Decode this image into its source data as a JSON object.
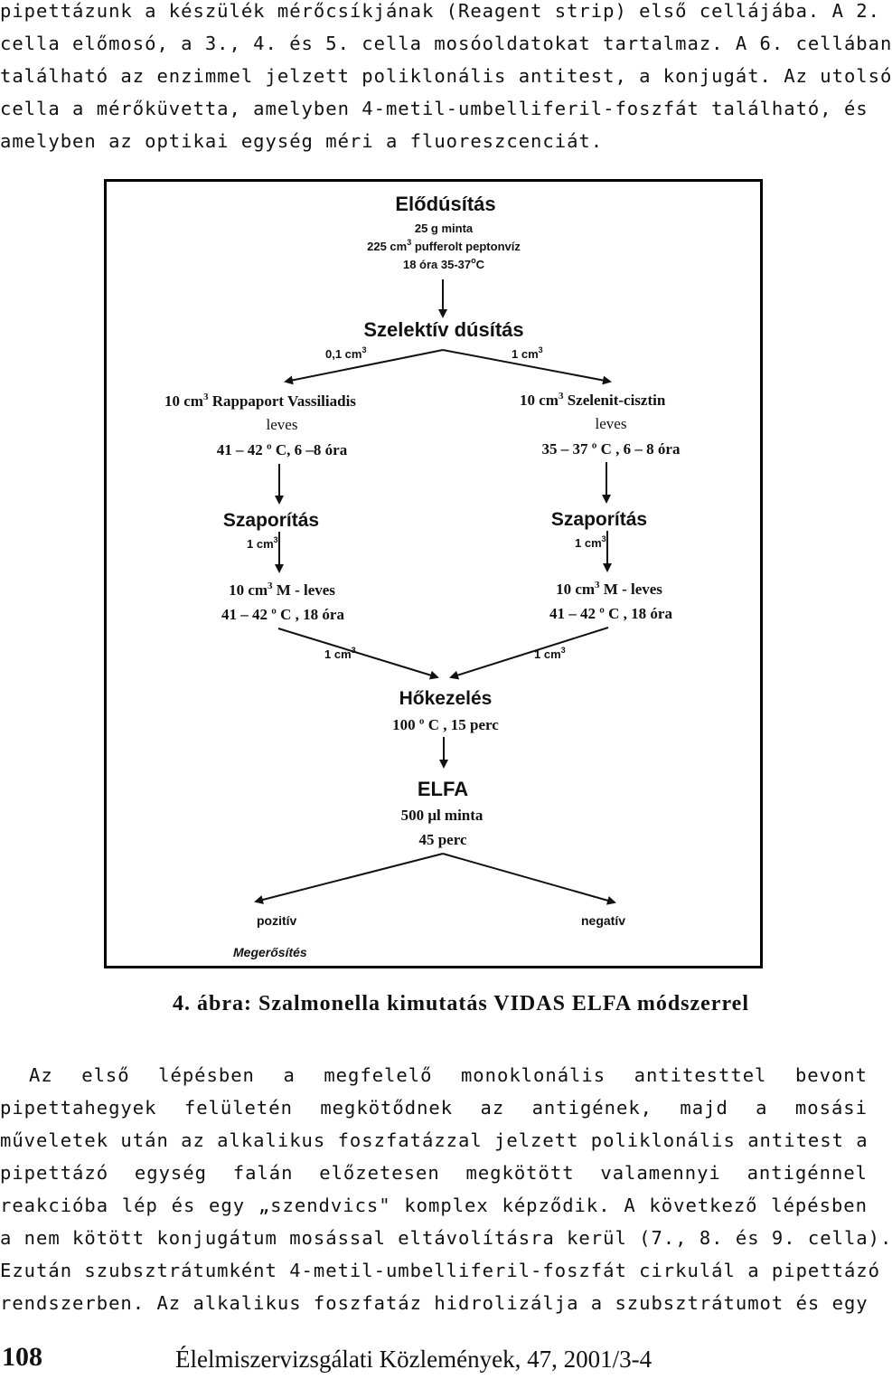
{
  "top_paragraph": [
    "pipettázunk a készülék mérőcsíkjának (Reagent strip) első cellájába. A 2.",
    "cella előmosó, a 3., 4. és 5. cella mosóoldatokat tartalmaz. A 6. cellában",
    "található az enzimmel jelzett poliklonális antitest, a konjugát. Az utolsó",
    "cella a mérőküvetta, amelyben 4-metil-umbelliferil-foszfát található, és",
    "amelyben az optikai egység méri a fluoreszcenciát."
  ],
  "figure": {
    "pre_title": "Elődúsítás",
    "pre_sample": "25 g minta",
    "pre_buffer_a": "225 cm",
    "pre_buffer_b": "pufferolt peptonvíz",
    "pre_time": "18 óra 35-37",
    "pre_time_unit": "C",
    "sel_title": "Szelektív dúsítás",
    "left_vol": "0,1 cm",
    "right_vol": "1 cm",
    "left_med_a": "10 cm",
    "left_med_b": "Rappaport Vassiliadis",
    "left_med_c": "leves",
    "left_med_d": "41 – 42 º C, 6 –8 óra",
    "right_med_a": "10 cm",
    "right_med_b": "Szelenit-cisztin",
    "right_med_c": "leves",
    "right_med_d": "35 – 37 º C , 6 – 8 óra",
    "prop_title": "Szaporítás",
    "prop_vol": "1 cm",
    "m_broth_a": "10 cm",
    "m_broth_b": "M - leves",
    "m_broth_cond": "41 – 42 º C , 18 óra",
    "conv_vol": "1 cm",
    "heat_title": "Hőkezelés",
    "heat_cond": "100 º C , 15 perc",
    "elfa_title": "ELFA",
    "elfa_sample": "500 μl minta",
    "elfa_time": "45 perc",
    "positive": "pozitív",
    "negative": "negatív",
    "confirm": "Megerősítés",
    "superscript": "3",
    "degree": "o"
  },
  "caption": "4. ábra: Szalmonella kimutatás VIDAS ELFA módszerrel",
  "bottom_paragraph": [
    "Az első lépésben a megfelelő monoklonális antitesttel bevont",
    "pipettahegyek felületén megkötődnek az antigének, majd a mosási",
    "műveletek után az alkalikus foszfatázzal jelzett poliklonális antitest a",
    "pipettázó egység falán előzetesen megkötött valamennyi antigénnel",
    "reakcióba lép és egy „szendvics\" komplex képződik. A következő lépésben",
    "a nem kötött konjugátum mosással eltávolításra kerül (7., 8. és 9. cella).",
    "Ezután szubsztrátumként 4-metil-umbelliferil-foszfát cirkulál a pipettázó",
    "rendszerben. Az alkalikus foszfatáz hidrolizálja a szubsztrátumot és egy"
  ],
  "footer": {
    "page_number": "108",
    "journal": "Élelmiszervizsgálati Közlemények, 47, 2001/3-4"
  }
}
